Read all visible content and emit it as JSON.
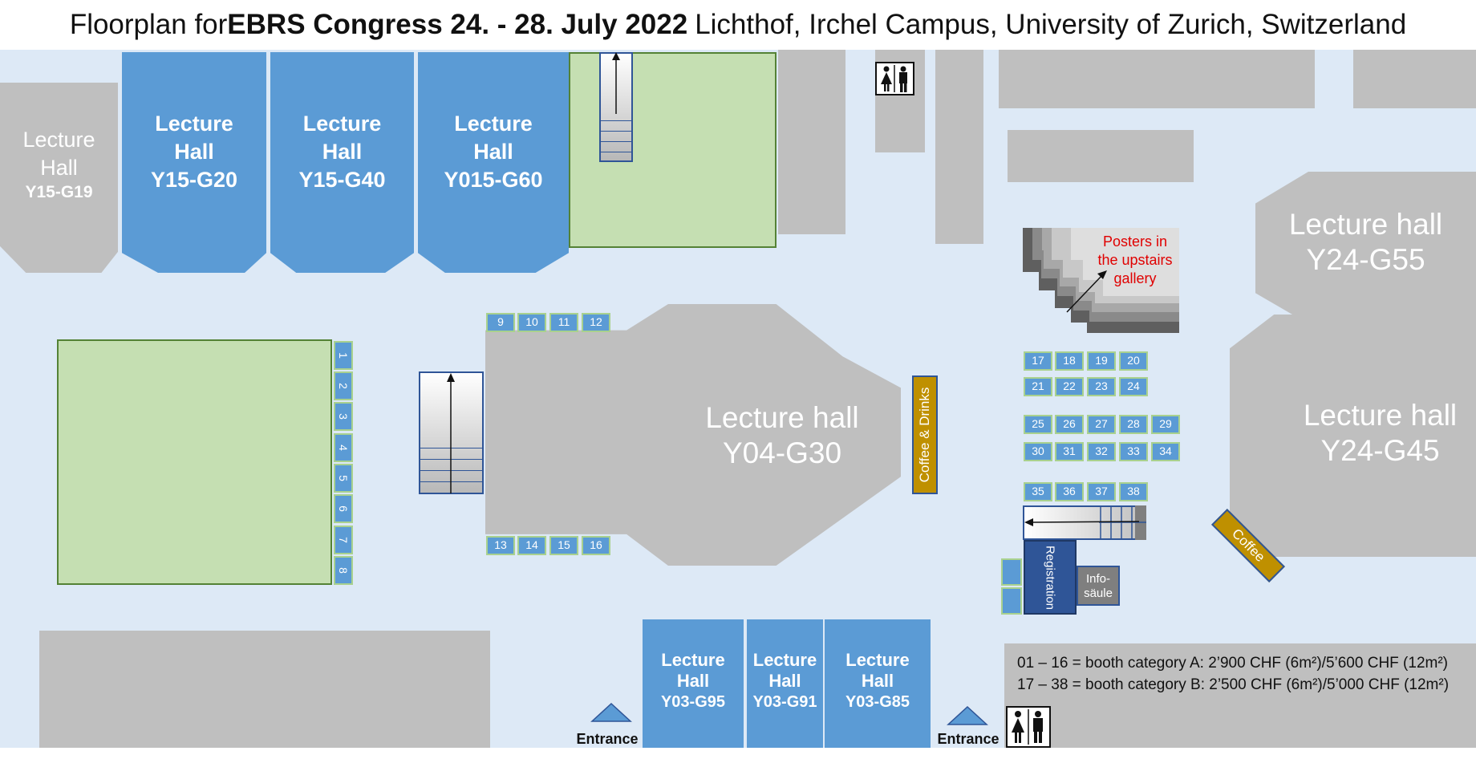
{
  "header": {
    "prefix": "Floorplan for ",
    "event": "EBRS Congress 24. - 28. July 2022",
    "venue": "Lichthof, Irchel Campus, University of Zurich, Switzerland"
  },
  "halls": {
    "y15g19": {
      "line1": "Lecture",
      "line2": "Hall",
      "code": "Y15-G19"
    },
    "y15g20": {
      "line1": "Lecture",
      "line2": "Hall",
      "code": "Y15-G20"
    },
    "y15g40": {
      "line1": "Lecture",
      "line2": "Hall",
      "code": "Y15-G40"
    },
    "y015g60": {
      "line1": "Lecture",
      "line2": "Hall",
      "code": "Y015-G60"
    },
    "y04g30": {
      "line1": "Lecture hall",
      "code": "Y04-G30"
    },
    "y24g55": {
      "line1": "Lecture hall",
      "code": "Y24-G55"
    },
    "y24g45": {
      "line1": "Lecture hall",
      "code": "Y24-G45"
    },
    "y03g95": {
      "line1": "Lecture",
      "line2": "Hall",
      "code": "Y03-G95"
    },
    "y03g91": {
      "line1": "Lecture",
      "line2": "Hall",
      "code": "Y03-G91"
    },
    "y03g85": {
      "line1": "Lecture",
      "line2": "Hall",
      "code": "Y03-G85"
    }
  },
  "labels": {
    "posters": [
      "Posters in",
      "the upstairs",
      "gallery"
    ],
    "coffee_drinks": "Coffee & Drinks",
    "coffee": "Coffee",
    "registration": "Registration",
    "info": [
      "Info-",
      "säule"
    ],
    "entrance": "Entrance"
  },
  "booths": {
    "left_column": [
      "1",
      "2",
      "3",
      "4",
      "5",
      "6",
      "7",
      "8"
    ],
    "top_row": [
      "9",
      "10",
      "11",
      "12"
    ],
    "bottom_row": [
      "13",
      "14",
      "15",
      "16"
    ],
    "b_row1": [
      "17",
      "18",
      "19",
      "20"
    ],
    "b_row2": [
      "21",
      "22",
      "23",
      "24"
    ],
    "b_row3": [
      "25",
      "26",
      "27",
      "28",
      "29"
    ],
    "b_row4": [
      "30",
      "31",
      "32",
      "33",
      "34"
    ],
    "b_row5": [
      "35",
      "36",
      "37",
      "38"
    ]
  },
  "legend": {
    "line1": "01 – 16 = booth category A: 2’900 CHF (6m²)/5’600 CHF (12m²)",
    "line2": "17 – 38 = booth category B: 2’500 CHF (6m²)/5’000 CHF (12m²)"
  },
  "colors": {
    "floor": "#dde9f6",
    "building_gray": "#bfbfbf",
    "hall_blue": "#5b9bd5",
    "green_area": "#c5dfb2",
    "coffee": "#bf9000",
    "registration": "#2f5597",
    "poster_text": "#e00000"
  }
}
